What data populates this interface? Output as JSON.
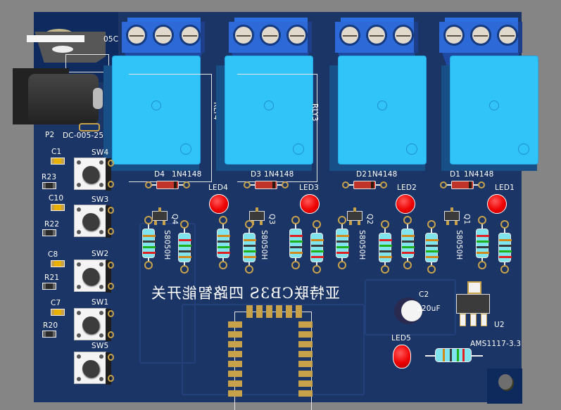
{
  "board": {
    "title_mirrored": "亚特联CB3S 四路智能开关",
    "colors": {
      "pcb": "#1b3566",
      "relay": "#31c4f8",
      "terminal": "#2d6ad8",
      "led": "#ee0000",
      "silkscreen": "#ffffff",
      "pad": "#c8a24a"
    }
  },
  "power": {
    "jack_ref": "P2",
    "jack_part": "DC-005-25",
    "regulator_label_partial": "05C"
  },
  "relays": [
    {
      "ref": "RLY4"
    },
    {
      "ref": "RLY3"
    },
    {
      "ref": ""
    },
    {
      "ref": ""
    }
  ],
  "diodes": [
    {
      "ref": "D4",
      "part": "1N4148"
    },
    {
      "ref": "D3",
      "part": "1N4148"
    },
    {
      "ref": "D2",
      "part": "1N4148"
    },
    {
      "ref": "D1",
      "part": "1N4148"
    }
  ],
  "leds": [
    {
      "ref": "LED4"
    },
    {
      "ref": "LED3"
    },
    {
      "ref": "LED2"
    },
    {
      "ref": "LED1"
    },
    {
      "ref": "LED5"
    }
  ],
  "transistors": [
    {
      "ref": "Q4",
      "part": "S8050H"
    },
    {
      "ref": "Q3",
      "part": "S8050H"
    },
    {
      "ref": "Q2",
      "part": "S8050H"
    },
    {
      "ref": "Q1",
      "part": "S8050H"
    }
  ],
  "switches": [
    {
      "ref": "SW4",
      "cap": "C1",
      "res": "R23"
    },
    {
      "ref": "SW3",
      "cap": "C10",
      "res": "R22"
    },
    {
      "ref": "SW2",
      "cap": "C8",
      "res": "R21"
    },
    {
      "ref": "SW1",
      "cap": "C7",
      "res": "R20"
    },
    {
      "ref": "SW5",
      "cap": "",
      "res": ""
    }
  ],
  "capacitor": {
    "ref": "C2",
    "value_partial": "220uF"
  },
  "regulator": {
    "ref": "U2",
    "part": "AMS1117-3.3"
  }
}
